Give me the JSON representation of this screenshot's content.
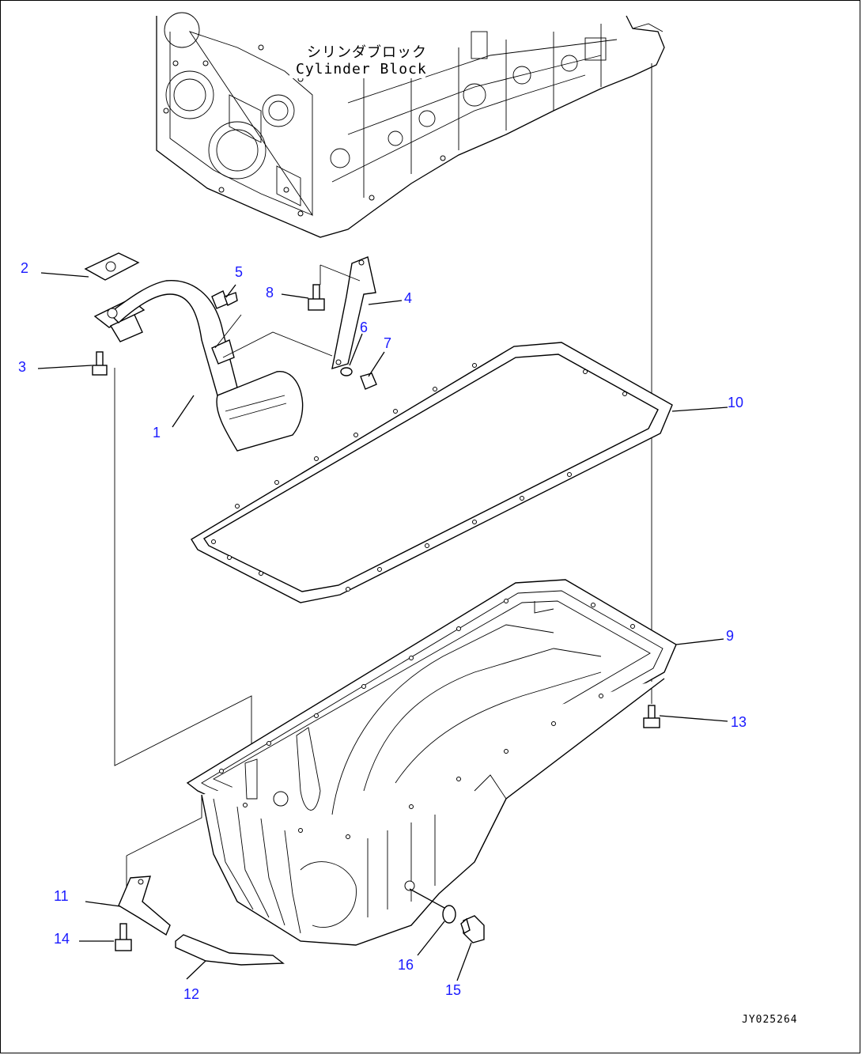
{
  "diagram": {
    "block_label_jp": "シリンダブロック",
    "block_label_en": "Cylinder Block",
    "drawing_number": "JY025264",
    "callouts": [
      "1",
      "2",
      "3",
      "4",
      "5",
      "6",
      "7",
      "8",
      "9",
      "10",
      "11",
      "12",
      "13",
      "14",
      "15",
      "16"
    ]
  },
  "colors": {
    "callout": "#1a1aff",
    "line": "#000000",
    "background": "#ffffff"
  }
}
